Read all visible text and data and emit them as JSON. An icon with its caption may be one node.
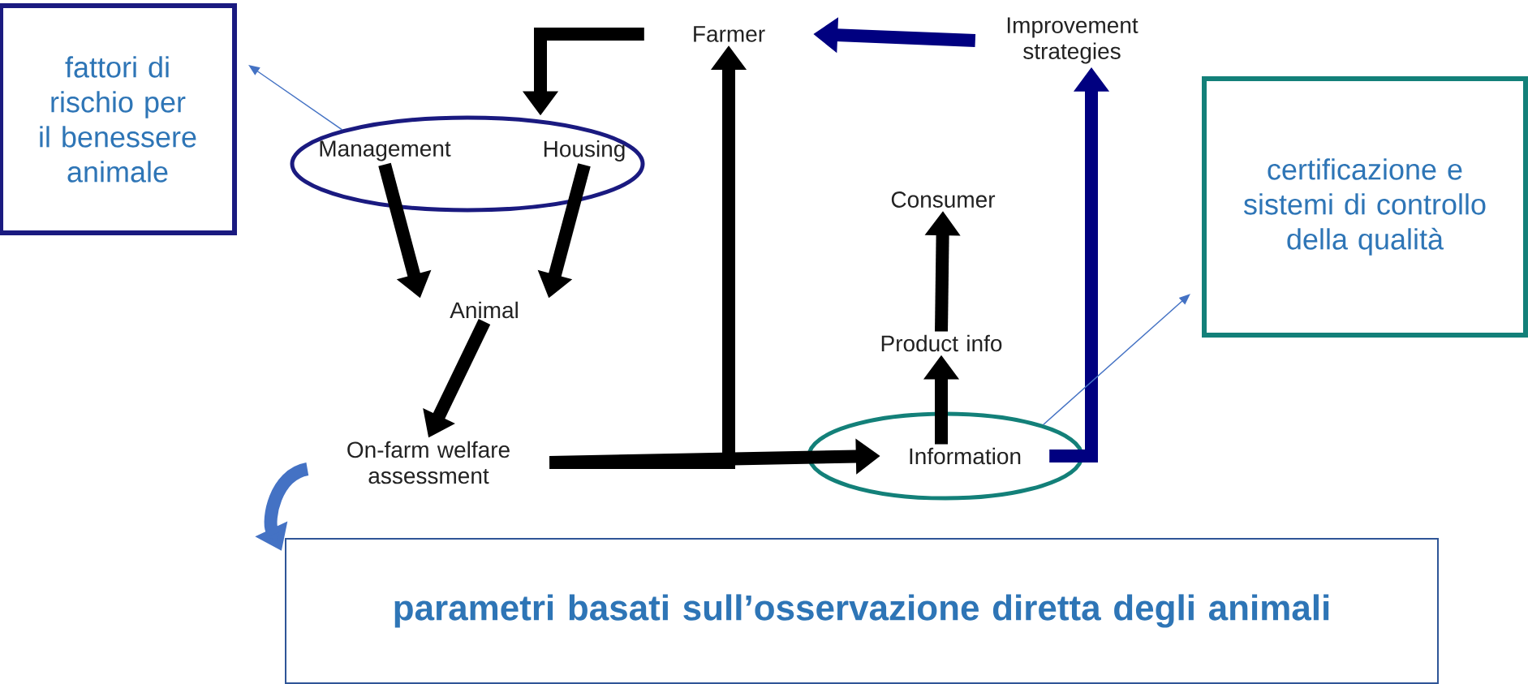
{
  "diagram": {
    "nodes": [
      {
        "text": [
          "fattori di rischio per il benessere animale"
        ]
      },
      {
        "text": [
          "Farmer"
        ]
      },
      {
        "text": [
          "Improvement strategies"
        ]
      },
      {
        "text": [],
        "shape": "ellipse"
      },
      {
        "text": [
          "Management"
        ],
        "in": 3
      },
      {
        "text": [
          "Housing"
        ],
        "in": 3
      },
      {
        "text": [
          "Consumer"
        ]
      },
      {
        "text": [
          "certificazione e sistemi di controllo della qualità"
        ]
      },
      {
        "text": [
          "Animal"
        ]
      },
      {
        "text": [
          "Product info"
        ]
      },
      {
        "text": [
          "On-farm welfare assessment"
        ]
      },
      {
        "text": [],
        "shape": "ellipse"
      },
      {
        "text": [
          "Information"
        ],
        "in": 11
      },
      {
        "text": [
          "parametri basati sull’osservazione diretta degli animali"
        ]
      }
    ],
    "edges": [
      {
        "from": 1,
        "to": 3,
        "arrow": "to"
      },
      {
        "from": 2,
        "to": 1,
        "arrow": "to",
        "color": "#000080"
      },
      {
        "from": 4,
        "to": 8,
        "arrow": "to"
      },
      {
        "from": 5,
        "to": 8,
        "arrow": "to"
      },
      {
        "from": 8,
        "to": 10,
        "arrow": "to"
      },
      {
        "from": 10,
        "to": 12,
        "arrow": "to"
      },
      {
        "from": 10,
        "to": 1,
        "arrow": "to"
      },
      {
        "from": 12,
        "to": 9,
        "arrow": "to"
      },
      {
        "from": 9,
        "to": 6,
        "arrow": "to"
      },
      {
        "from": 12,
        "to": 2,
        "arrow": "to",
        "color": "#000080"
      },
      {
        "from": 3,
        "to": 0,
        "arrow": "to",
        "color": "#4472c4"
      },
      {
        "from": 11,
        "to": 7,
        "arrow": "to",
        "color": "#4472c4"
      },
      {
        "from": 10,
        "to": 13,
        "arrow": "to",
        "color": "#4472c4"
      }
    ]
  }
}
